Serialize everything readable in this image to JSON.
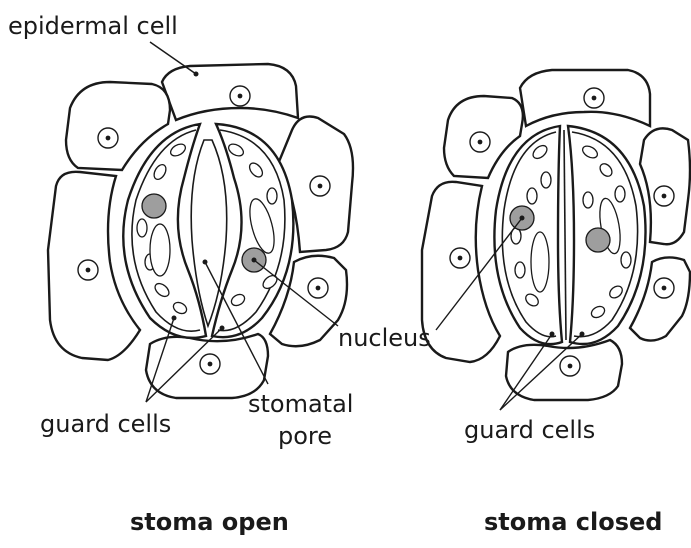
{
  "labels": {
    "epidermal_cell": "epidermal cell",
    "nucleus": "nucleus",
    "stomatal_pore_line1": "stomatal",
    "stomatal_pore_line2": "pore",
    "guard_cells_left": "guard cells",
    "guard_cells_right": "guard cells"
  },
  "captions": {
    "open": "stoma open",
    "closed": "stoma closed"
  },
  "colors": {
    "outline": "#1a1a1a",
    "nucleus_fill": "#9e9e9e",
    "background": "#ffffff"
  }
}
